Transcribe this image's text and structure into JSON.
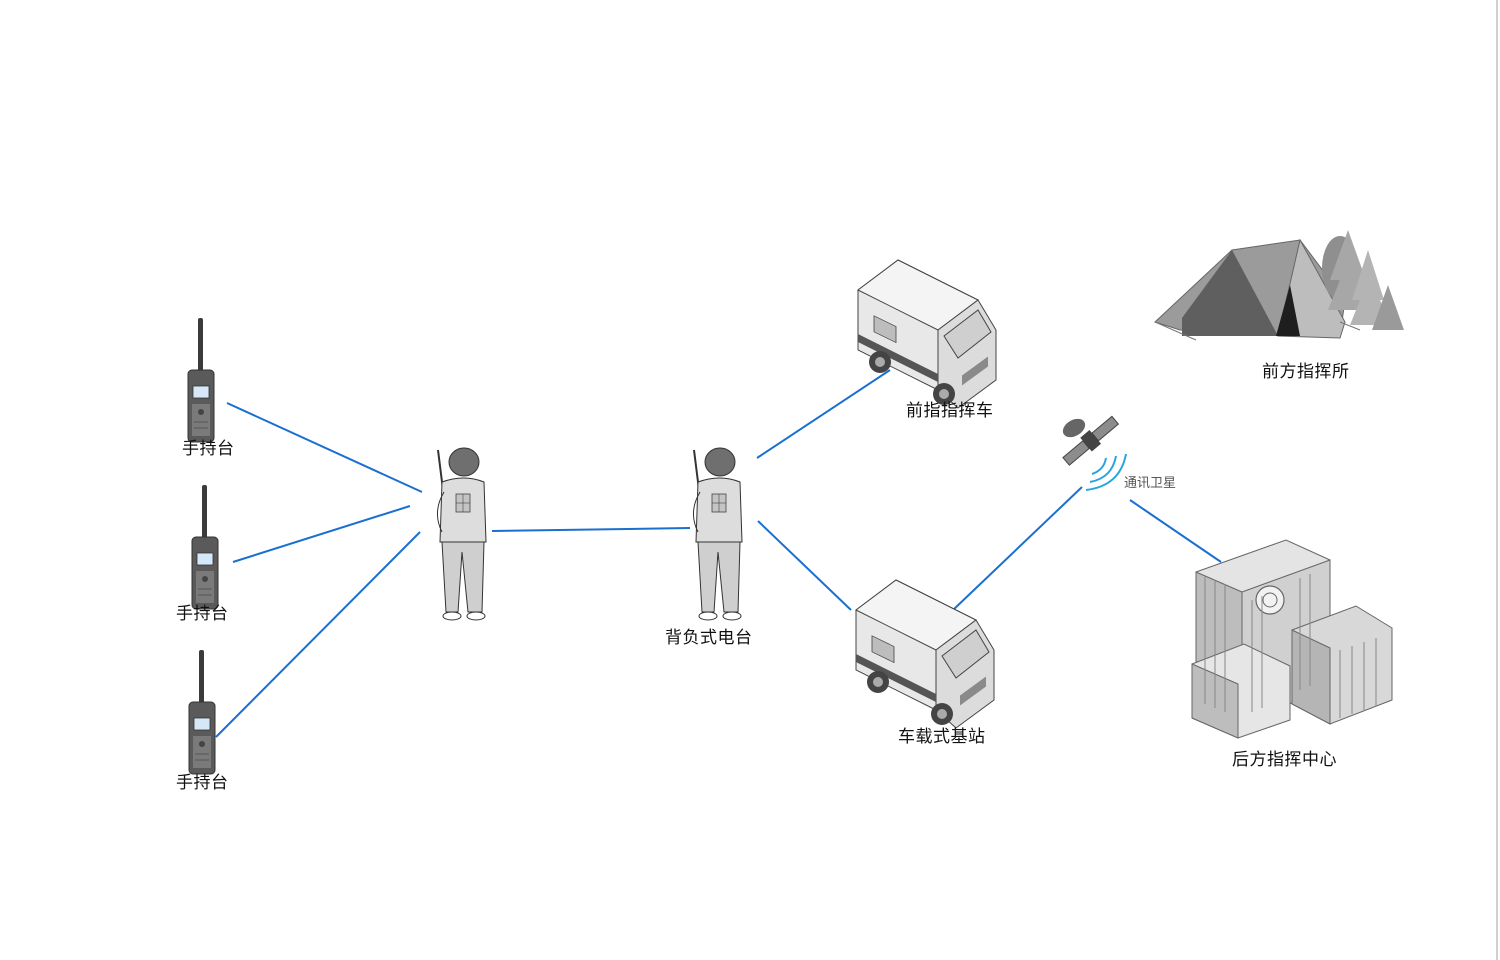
{
  "nodes": {
    "radio1": {
      "label": "手持台"
    },
    "radio2": {
      "label": "手持台"
    },
    "radio3": {
      "label": "手持台"
    },
    "soldier1": {
      "label": ""
    },
    "soldier2": {
      "label": "背负式电台"
    },
    "van_top": {
      "label": "前指指挥车"
    },
    "van_bottom": {
      "label": "车载式基站"
    },
    "tent": {
      "label": "前方指挥所"
    },
    "satellite": {
      "label": "通讯卫星"
    },
    "building": {
      "label": "后方指挥中心"
    }
  },
  "colors": {
    "link": "#1a6fd0",
    "signal": "#27a4e0",
    "gray_dark": "#6b6b6b",
    "gray_mid": "#a6a6a6",
    "gray_light": "#d9d9d9"
  },
  "icons": {
    "radio": "handheld-radio-icon",
    "soldier": "soldier-with-backpack-radio-icon",
    "van": "command-van-icon",
    "tent": "tent-with-trees-icon",
    "satellite": "satellite-icon",
    "building": "headquarters-building-icon"
  }
}
